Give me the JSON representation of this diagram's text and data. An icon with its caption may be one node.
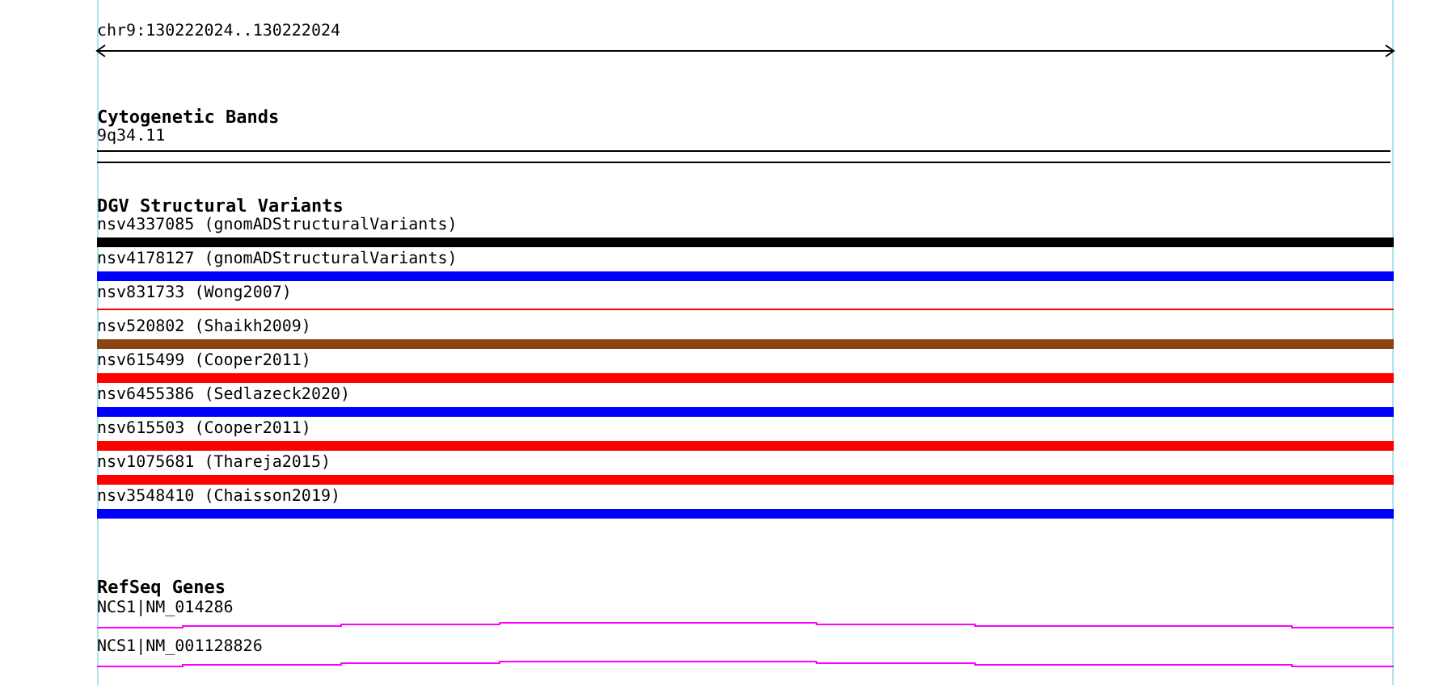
{
  "diagram": {
    "nodes": [
      {
        "text": [
          "Cytogenetic Bands"
        ]
      },
      {
        "text": [
          "9q34.11"
        ],
        "in": 0
      },
      {
        "text": [
          "DGV Structural Variants"
        ]
      },
      {
        "text": [
          "nsv4337085 (gnomADStructuralVariants)"
        ],
        "in": 2
      },
      {
        "text": [
          "nsv4178127 (gnomADStructuralVariants)"
        ],
        "in": 2
      },
      {
        "text": [
          "nsv831733 (Wong2007)"
        ],
        "in": 2
      },
      {
        "text": [
          "nsv520802 (Shaikh2009)"
        ],
        "in": 2
      },
      {
        "text": [
          "nsv615499 (Cooper2011)"
        ],
        "in": 2
      },
      {
        "text": [
          "nsv6455386 (Sedlazeck2020)"
        ],
        "in": 2
      },
      {
        "text": [
          "nsv615503 (Cooper2011)"
        ],
        "in": 2
      },
      {
        "text": [
          "nsv1075681 (Thareja2015)"
        ],
        "in": 2
      },
      {
        "text": [
          "nsv3548410 (Chaisson2019)"
        ],
        "in": 2
      },
      {
        "text": [
          "RefSeq Genes"
        ]
      },
      {
        "text": [
          "NCS1|NM_014286"
        ],
        "in": 12
      },
      {
        "text": [
          "NCS1|NM_001128826"
        ],
        "in": 12
      }
    ],
    "edges": [],
    "labels": [
      "chr9:130222024..130222024"
    ]
  }
}
